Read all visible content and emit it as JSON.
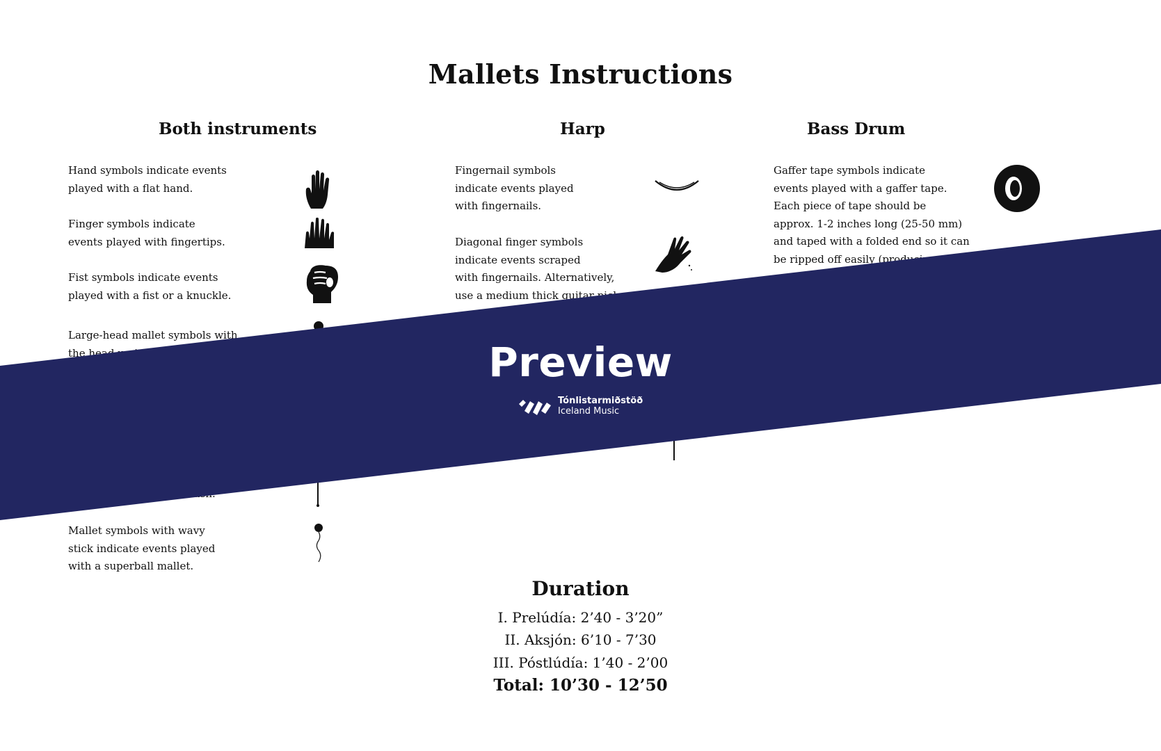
{
  "title": "Mallets Instructions",
  "columns": {
    "both": {
      "heading": "Both instruments"
    },
    "harp": {
      "heading": "Harp"
    },
    "bass": {
      "heading": "Bass Drum"
    }
  },
  "both_items": [
    {
      "lines": [
        "Hand symbols indicate events",
        "played with a flat hand."
      ],
      "icon": "flat-hand-icon"
    },
    {
      "lines": [
        "Finger symbols indicate",
        "events played with fingertips."
      ],
      "icon": "fingertips-icon"
    },
    {
      "lines": [
        "Fist symbols indicate events",
        "played with a fist or a knuckle."
      ],
      "icon": "fist-icon"
    },
    {
      "lines": [
        "Large-head mallet symbols with",
        "the head up i"
      ],
      "icon": "large-mallet-icon"
    },
    {
      "lines": [
        "ush."
      ],
      "icon": "mallet-stick-icon"
    },
    {
      "lines": [
        "Mallet symbols with wavy",
        "stick indicate events played",
        "with a superball mallet."
      ],
      "icon": "superball-mallet-icon"
    }
  ],
  "harp_items": [
    {
      "lines": [
        "Fingernail symbols",
        "indicate events played",
        "with fingernails."
      ],
      "icon": "fingernail-icon"
    },
    {
      "lines": [
        "Diagonal finger symbols",
        "indicate events scraped",
        "with fingernails. Alternatively,",
        "use a medium thick guitar pick"
      ],
      "icon": "scraping-hand-icon"
    }
  ],
  "bass_items": [
    {
      "lines": [
        "Gaffer tape symbols indicate",
        "events played with a gaffer tape.",
        "Each piece of tape should be",
        "approx. 1-2 inches long (25-50 mm)",
        "and taped with a folded end so it can",
        "be ripped off easily (producin"
      ],
      "icon": "gaffer-tape-icon"
    }
  ],
  "duration": {
    "heading": "Duration",
    "lines": [
      "I. Prelúdía: 2’40 - 3’20”",
      "II. Aksjón: 6’10 - 7’30",
      "III. Póstlúdía: 1’40 - 2’00"
    ],
    "total": "Total: 10’30 - 12’50"
  },
  "watermark": {
    "text": "Preview",
    "logo_line1": "Tónlistarmiðstöð",
    "logo_line2": "Iceland Music",
    "color": "#222661"
  }
}
